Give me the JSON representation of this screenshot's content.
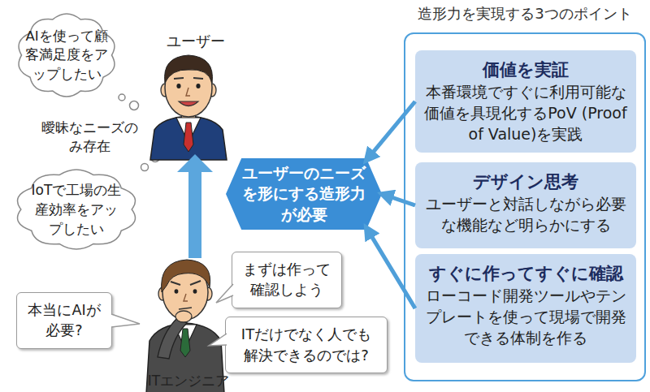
{
  "diagram": {
    "nodes": [
      {
        "text": [
          "AIを使って顧客満足度をアップしたい"
        ]
      },
      {
        "text": [
          "IoTで工場の生産効率をアップしたい"
        ]
      },
      {
        "text": [
          "ユーザーのニーズを形にする造形力が必要"
        ]
      },
      {
        "text": [
          "造形力を実現する3つのポイント"
        ]
      },
      {
        "text": [
          "価値を実証",
          "本番環境ですぐに利用可能な価値を具現化するPoV (Proof of Value)を実践"
        ],
        "in": 3
      },
      {
        "text": [
          "デザイン思考",
          "ユーザーと対話しながら必要な機能など明らかにする"
        ],
        "in": 3
      },
      {
        "text": [
          "すぐに作ってすぐに確認",
          "ローコード開発ツールやテンプレートを使って現場で開発できる体制を作る"
        ],
        "in": 3
      },
      {
        "text": [
          "まずは作って確認しよう"
        ]
      },
      {
        "text": [
          "本当にAIが必要?"
        ]
      },
      {
        "text": [
          "ITだけでなく人でも解決できるのでは?"
        ]
      }
    ],
    "edges": [
      {
        "from": 4,
        "to": 2,
        "arrow": "to"
      },
      {
        "from": 5,
        "to": 2,
        "arrow": "to"
      },
      {
        "from": 6,
        "to": 2,
        "arrow": "to"
      }
    ],
    "labels": [
      "ユーザー",
      "曖昧なニーズのみ存在",
      "ITエンジニア"
    ]
  }
}
